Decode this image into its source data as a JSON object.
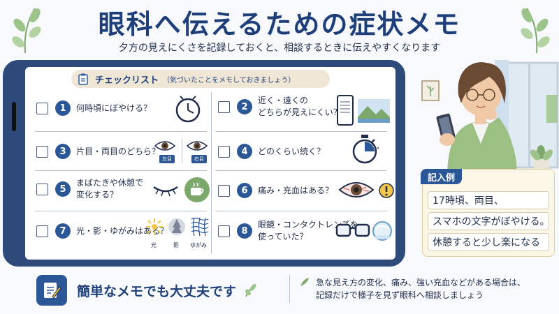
{
  "title": "眼科へ伝えるための症状メモ",
  "subtitle": "夕方の見えにくさを記録しておくと、相談するときに伝えやすくなります",
  "checklist": {
    "title": "チェックリスト",
    "subtitle": "（気づいたことをメモしておきましょう）",
    "items": [
      {
        "num": "1",
        "text": "何時頃にぼやける？"
      },
      {
        "num": "2",
        "text": "近く・遠くの\nどちらが見えにくい？"
      },
      {
        "num": "3",
        "text": "片目・両目のどちら？"
      },
      {
        "num": "4",
        "text": "どのくらい続く？"
      },
      {
        "num": "5",
        "text": "まばたきや休憩で\n変化する？"
      },
      {
        "num": "6",
        "text": "痛み・充血はある？"
      },
      {
        "num": "7",
        "text": "光・影・ゆがみはある？"
      },
      {
        "num": "8",
        "text": "眼鏡・コンタクトレンズを\n使っていた？"
      }
    ],
    "eye_labels": {
      "left": "左目",
      "right": "右目"
    },
    "visual_labels": {
      "light": "光",
      "shadow": "影",
      "distortion": "ゆがみ"
    }
  },
  "example": {
    "label": "記入例",
    "lines": [
      "17時頃、両目、",
      "スマホの文字がぼやける。",
      "休憩すると少し楽になる"
    ]
  },
  "bottom": {
    "main": "簡単なメモでも大丈夫です",
    "note": "急な見え方の変化、痛み、強い充血などがある場合は、\n記録だけで様子を見ず眼科へ相談しましょう"
  },
  "colors": {
    "primary": "#1e3f7a",
    "accent": "#2b5797",
    "tablet": "#2d4a7a",
    "example_bg": "#fbf6e6"
  }
}
